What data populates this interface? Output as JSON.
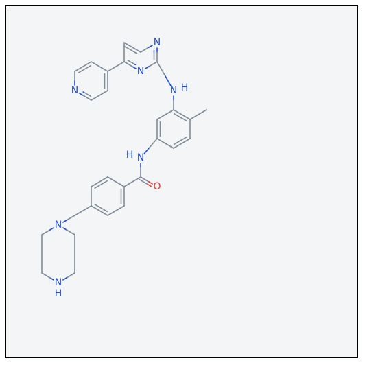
{
  "colors": {
    "background": "#f4f5f7",
    "frame_border": "#000000",
    "bond": "#7f8c99",
    "nitrogen": "#1f4fd8",
    "oxygen": "#e23b2f"
  },
  "atoms": {
    "n_pyrimidine_top": "N",
    "n_pyrimidine_bottom": "N",
    "n_amine": "N",
    "h_amine": "H",
    "n_pyridine": "N",
    "n_amide": "N",
    "h_amide": "H",
    "o_amide": "O",
    "n_piperazine_top": "N",
    "n_piperazine_bottom": "N",
    "h_piperazine": "H"
  }
}
